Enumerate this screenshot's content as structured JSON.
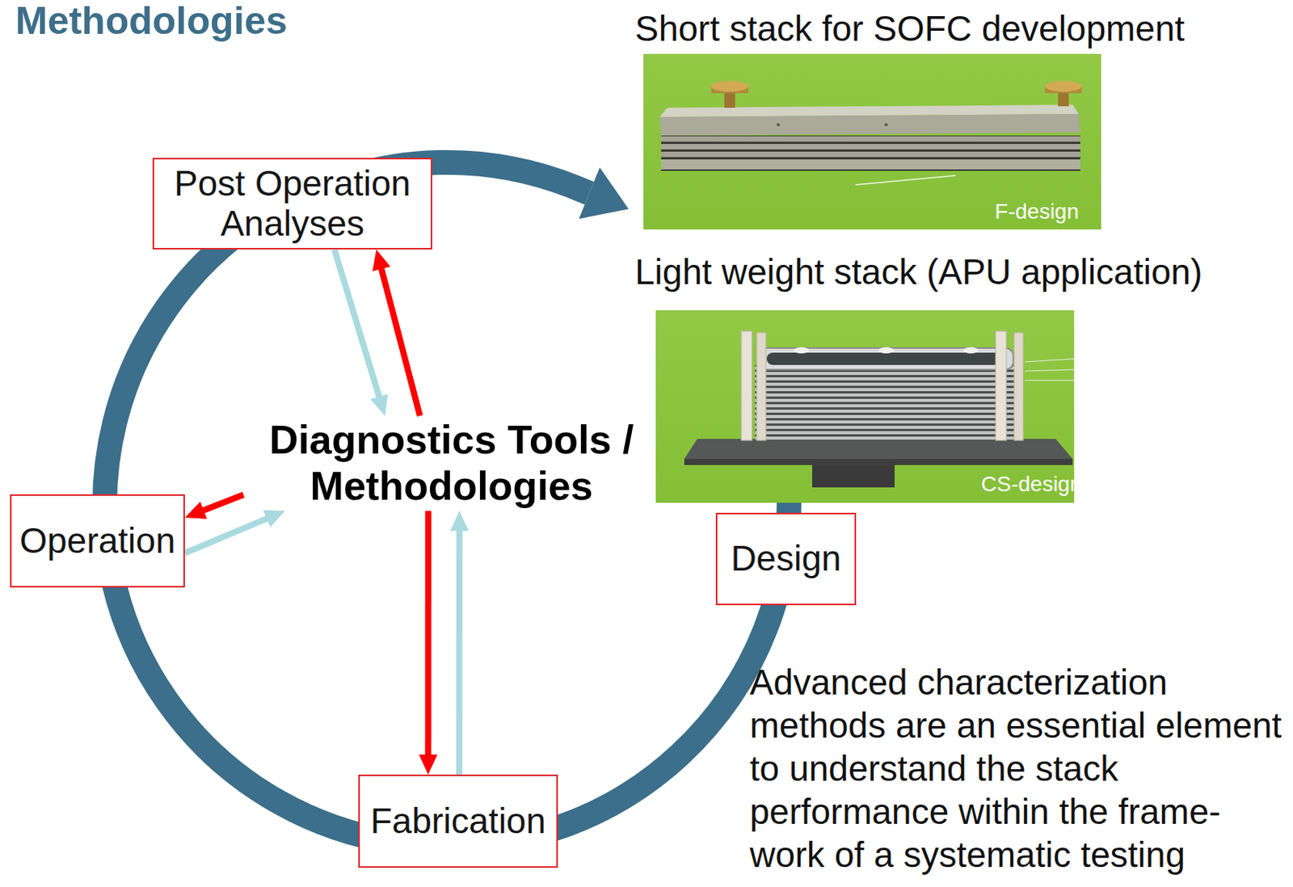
{
  "diagram": {
    "title": "Methodologies",
    "nodes": [
      {
        "text": [
          "Post Operation Analyses"
        ]
      },
      {
        "text": [
          "Diagnostics Tools / Methodologies"
        ]
      },
      {
        "text": [
          "Operation"
        ]
      },
      {
        "text": [
          "Design"
        ]
      },
      {
        "text": [
          "Fabrication"
        ]
      }
    ],
    "edges": [
      {
        "from": 0,
        "to": 1,
        "arrow": "to"
      },
      {
        "from": 1,
        "to": 0,
        "arrow": "to"
      },
      {
        "from": 1,
        "to": 2,
        "arrow": "to"
      },
      {
        "from": 2,
        "to": 1,
        "arrow": "to"
      },
      {
        "from": 1,
        "to": 4,
        "arrow": "to"
      },
      {
        "from": 4,
        "to": 1,
        "arrow": "to"
      }
    ],
    "labels": [
      "Short stack for SOFC development",
      "F-design",
      "Light weight stack (APU application)",
      "CS-design",
      "Advanced characterization methods are an essential element to understand the stack performance within the frame- work of a systematic testing"
    ]
  }
}
